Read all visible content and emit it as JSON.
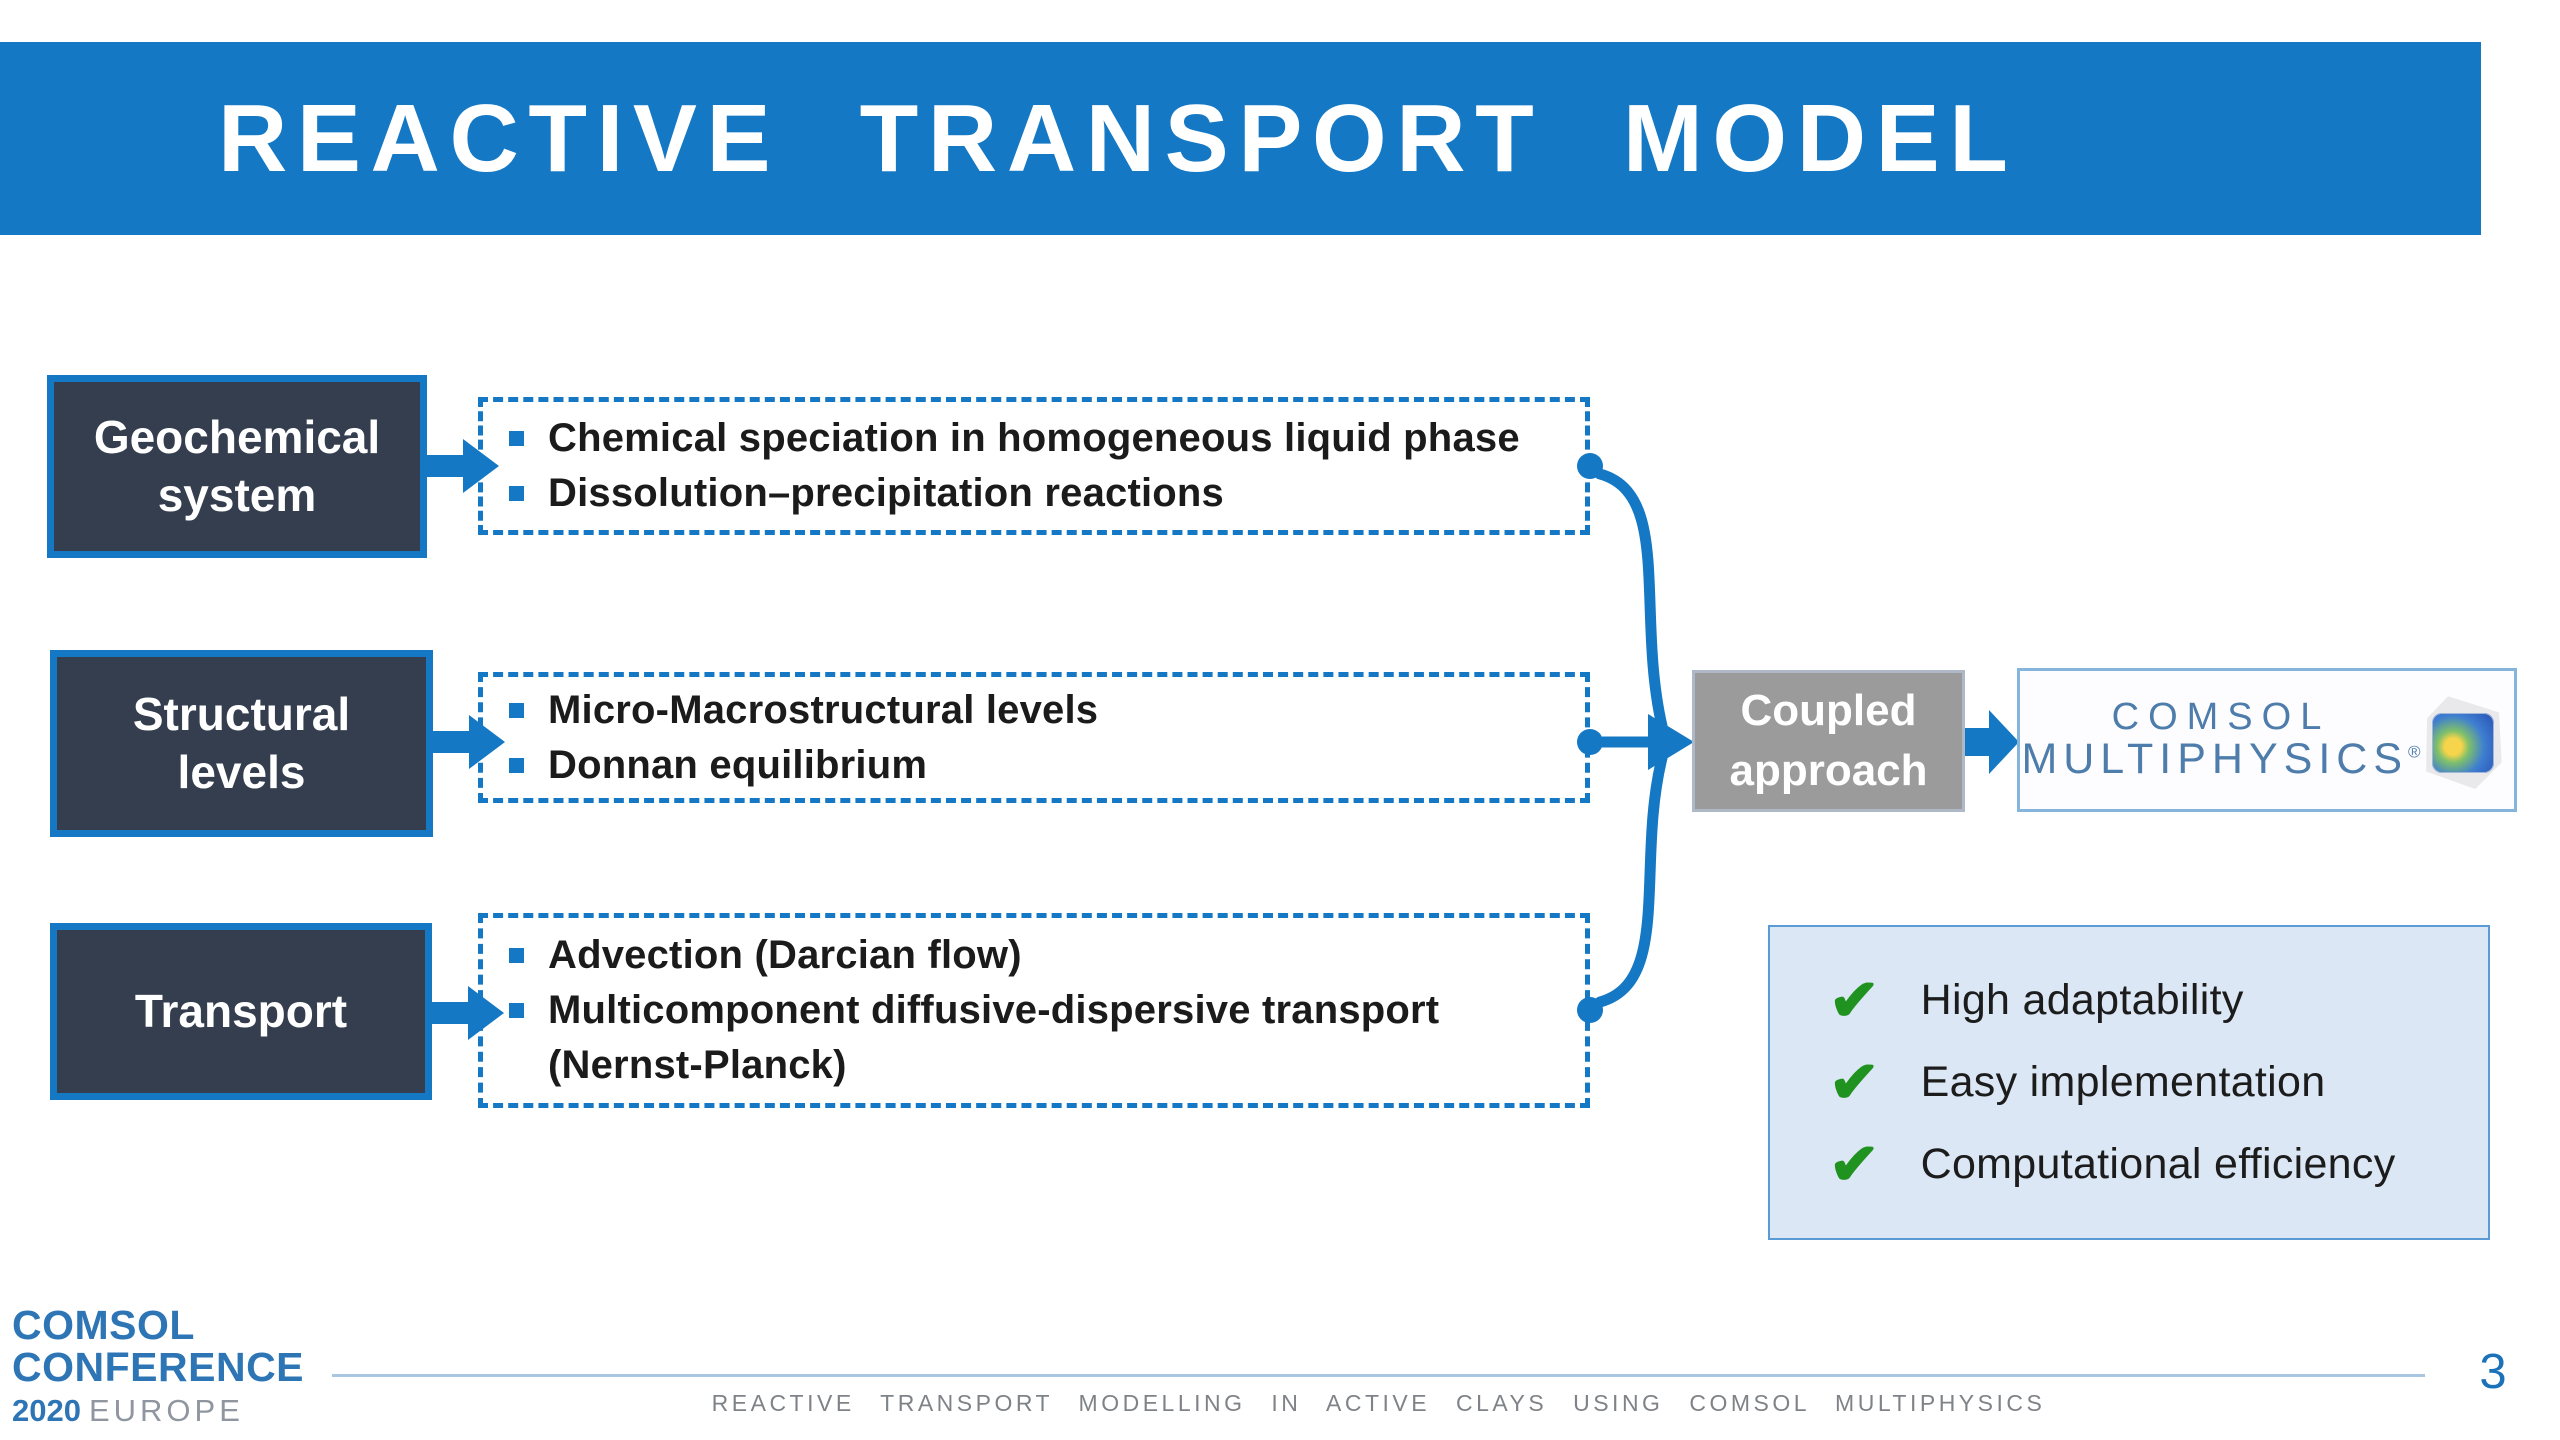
{
  "header": {
    "title": "REACTIVE TRANSPORT MODEL"
  },
  "rows": [
    {
      "label": "Geochemical system",
      "bullets": [
        "Chemical speciation in homogeneous liquid phase",
        "Dissolution–precipitation reactions"
      ]
    },
    {
      "label": "Structural levels",
      "bullets": [
        "Micro-Macrostructural levels",
        "Donnan equilibrium"
      ]
    },
    {
      "label": "Transport",
      "bullets": [
        "Advection (Darcian flow)",
        "Multicomponent diffusive-dispersive transport (Nernst-Planck)"
      ]
    }
  ],
  "coupled": {
    "line1": "Coupled",
    "line2": "approach"
  },
  "product_logo": {
    "name": "COMSOL",
    "product": "MULTIPHYSICS",
    "registered": "®"
  },
  "benefits": [
    {
      "check": "✔",
      "label": "High adaptability"
    },
    {
      "check": "✔",
      "label": "Easy implementation"
    },
    {
      "check": "✔",
      "label": "Computational efficiency"
    }
  ],
  "footer": {
    "logo_line1": "COMSOL",
    "logo_line2": "CONFERENCE",
    "logo_year": "2020",
    "logo_region": "EUROPE",
    "caption": "REACTIVE TRANSPORT MODELLING IN ACTIVE CLAYS USING COMSOL MULTIPHYSICS",
    "page_number": "3"
  },
  "colors": {
    "accent_blue": "#1478c4",
    "dark_navy": "#343e4e",
    "coupled_gray": "#9b9b9b",
    "benefit_bg": "#dbe7f4",
    "check_green": "#1f9220",
    "logo_blue": "#4e7dab",
    "footer_blue": "#2e75b5",
    "footer_gray": "#7f8387"
  }
}
